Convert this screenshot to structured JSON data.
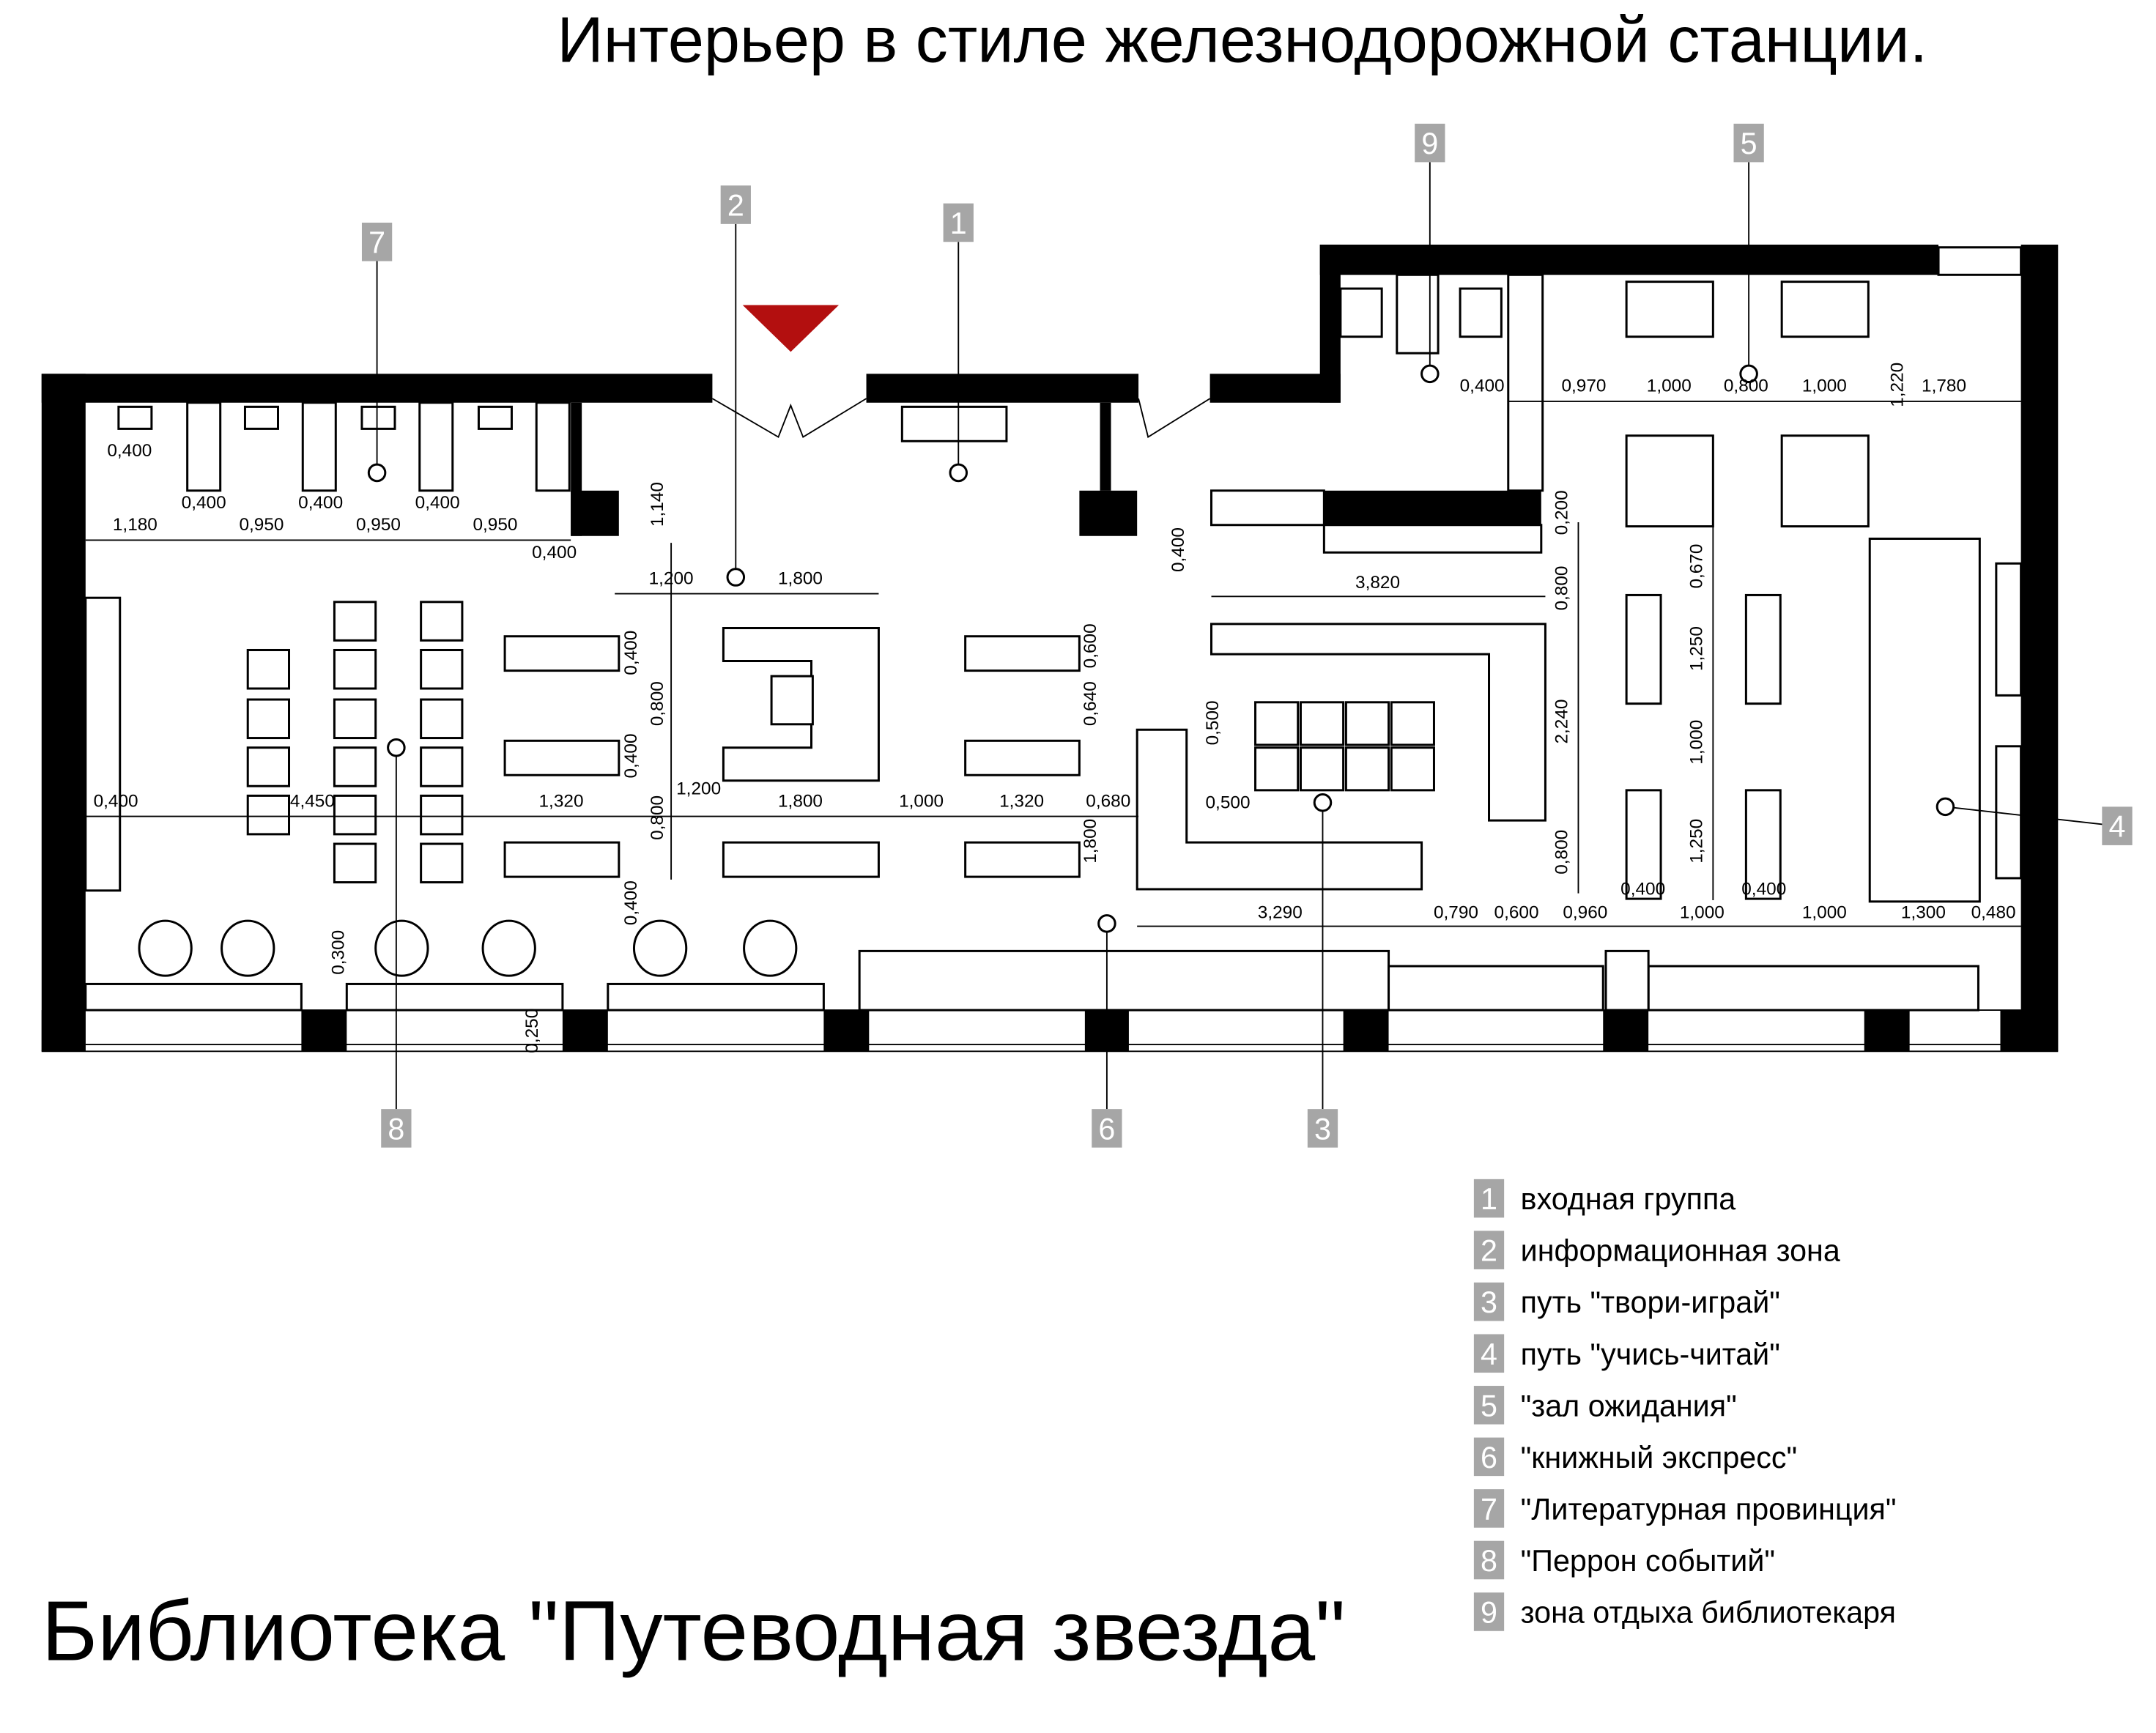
{
  "title": "Интерьер в стиле железнодорожной станции.",
  "subtitle": "Библиотека \"Путеводная звезда\"",
  "colors": {
    "tag_bg": "#a6a6a6",
    "entrance_marker": "#b30f0f",
    "wall": "#000000"
  },
  "tags": [
    "1",
    "2",
    "3",
    "4",
    "5",
    "6",
    "7",
    "8",
    "9"
  ],
  "legend": [
    {
      "num": "1",
      "label": "входная группа"
    },
    {
      "num": "2",
      "label": "информационная зона"
    },
    {
      "num": "3",
      "label": "путь \"твори-играй\""
    },
    {
      "num": "4",
      "label": "путь \"учись-читай\""
    },
    {
      "num": "5",
      "label": "\"зал ожидания\""
    },
    {
      "num": "6",
      "label": "\"книжный экспресс\""
    },
    {
      "num": "7",
      "label": "\"Литературная провинция\""
    },
    {
      "num": "8",
      "label": "\"Перрон событий\""
    },
    {
      "num": "9",
      "label": "зона отдыха библиотекаря"
    }
  ],
  "dims": [
    "0,400",
    "0,400",
    "0,400",
    "0,400",
    "1,180",
    "0,950",
    "0,950",
    "0,950",
    "0,400",
    "1,140",
    "1,200",
    "1,800",
    "0,400",
    "0,800",
    "0,400",
    "1,200",
    "0,800",
    "0,400",
    "0,400",
    "4,450",
    "1,320",
    "1,800",
    "1,000",
    "1,320",
    "0,680",
    "0,600",
    "0,640",
    "1,800",
    "0,400",
    "3,820",
    "0,500",
    "0,500",
    "0,400",
    "0,970",
    "1,000",
    "0,800",
    "1,000",
    "1,220",
    "1,780",
    "0,200",
    "0,800",
    "0,670",
    "1,250",
    "2,240",
    "1,000",
    "1,250",
    "0,800",
    "0,400",
    "0,400",
    "3,290",
    "0,790",
    "0,600",
    "0,960",
    "1,000",
    "1,000",
    "1,300",
    "0,480",
    "0,300",
    "0,250"
  ]
}
